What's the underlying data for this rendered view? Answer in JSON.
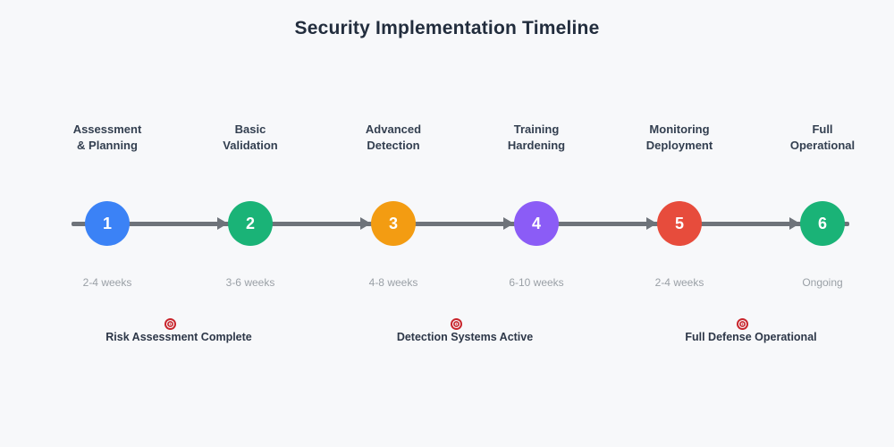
{
  "title": "Security Implementation Timeline",
  "colors": {
    "background": "#f7f8fa",
    "timeline_line": "#6e737a",
    "title_text": "#222d3d",
    "stage_label_text": "#333f50",
    "duration_text": "#9aa0a6",
    "milestone_text": "#2d3748",
    "milestone_icon": "#c9252c"
  },
  "stages": [
    {
      "number": "1",
      "label": "Assessment\n& Planning",
      "duration": "2-4 weeks",
      "color": "#3b82f6"
    },
    {
      "number": "2",
      "label": "Basic\nValidation",
      "duration": "3-6 weeks",
      "color": "#1ab377"
    },
    {
      "number": "3",
      "label": "Advanced\nDetection",
      "duration": "4-8 weeks",
      "color": "#f39c12"
    },
    {
      "number": "4",
      "label": "Training\nHardening",
      "duration": "6-10 weeks",
      "color": "#8b5cf6"
    },
    {
      "number": "5",
      "label": "Monitoring\nDeployment",
      "duration": "2-4 weeks",
      "color": "#e74c3c"
    },
    {
      "number": "6",
      "label": "Full\nOperational",
      "duration": "Ongoing",
      "color": "#1ab377"
    }
  ],
  "milestones": [
    {
      "label": "Risk Assessment Complete",
      "icon": "target-icon"
    },
    {
      "label": "Detection Systems Active",
      "icon": "target-icon"
    },
    {
      "label": "Full Defense Operational",
      "icon": "target-icon"
    }
  ]
}
